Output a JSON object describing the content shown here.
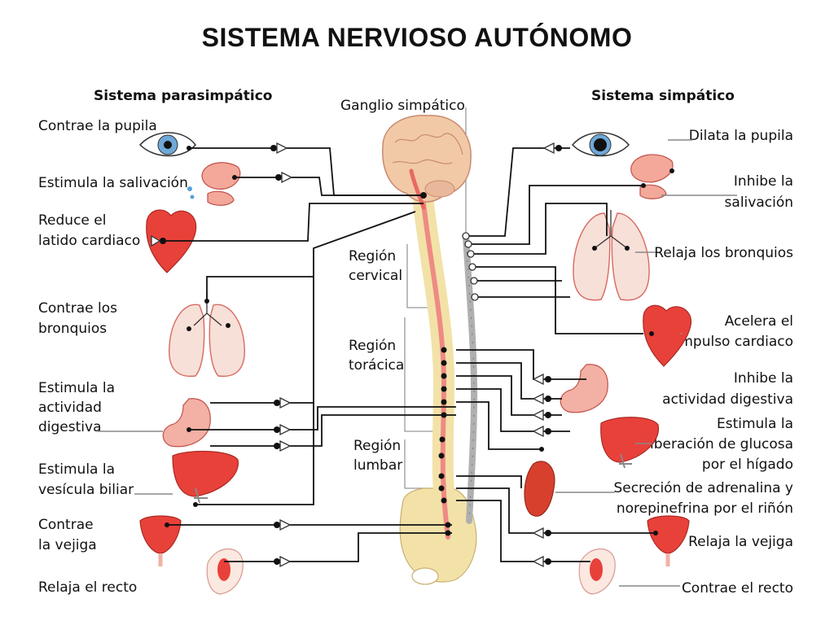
{
  "title": "SISTEMA NERVIOSO AUTÓNOMO",
  "parasympathetic": {
    "header": "Sistema parasimpático",
    "effects": [
      {
        "lines": [
          "Contrae la pupila"
        ]
      },
      {
        "lines": [
          "Estimula la salivación"
        ]
      },
      {
        "lines": [
          "Reduce el",
          "latido cardiaco"
        ]
      },
      {
        "lines": [
          "Contrae los",
          "bronquios"
        ]
      },
      {
        "lines": [
          "Estimula la",
          "actividad",
          "digestiva"
        ]
      },
      {
        "lines": [
          "Estimula la",
          "vesícula biliar"
        ]
      },
      {
        "lines": [
          "Contrae",
          "la vejiga"
        ]
      },
      {
        "lines": [
          "Relaja el recto"
        ]
      }
    ]
  },
  "sympathetic": {
    "header": "Sistema simpático",
    "effects": [
      {
        "lines": [
          "Dilata la pupila"
        ]
      },
      {
        "lines": [
          "Inhibe la",
          "salivación"
        ]
      },
      {
        "lines": [
          "Relaja los bronquios"
        ]
      },
      {
        "lines": [
          "Acelera el",
          "impulso cardiaco"
        ]
      },
      {
        "lines": [
          "Inhibe la",
          "actividad digestiva"
        ]
      },
      {
        "lines": [
          "Estimula la",
          "liberación de glucosa",
          "por el hígado"
        ]
      },
      {
        "lines": [
          "Secreción de adrenalina y",
          "norepinefrina por el riñón"
        ]
      },
      {
        "lines": [
          "Relaja la vejiga"
        ]
      },
      {
        "lines": [
          "Contrae el recto"
        ]
      }
    ]
  },
  "center": {
    "ganglion_label": "Ganglio simpático",
    "regions": [
      {
        "lines": [
          "Región",
          "cervical"
        ]
      },
      {
        "lines": [
          "Región",
          "torácica"
        ]
      },
      {
        "lines": [
          "Región",
          "lumbar"
        ]
      }
    ]
  },
  "icons": [
    "eye-icon",
    "salivary-gland-icon",
    "heart-icon",
    "lungs-icon",
    "stomach-icon",
    "liver-icon",
    "kidney-icon",
    "bladder-icon",
    "rectum-icon",
    "brain-icon",
    "spinal-cord-icon",
    "sympathetic-chain-icon",
    "pelvis-icon"
  ],
  "colors": {
    "organ": "#e8413a",
    "organ_light": "#f3a89a",
    "brain": "#f1c9a6",
    "spine": "#f2e2a8",
    "cord": "#ef8a84",
    "chain": "#b0b0b0"
  }
}
